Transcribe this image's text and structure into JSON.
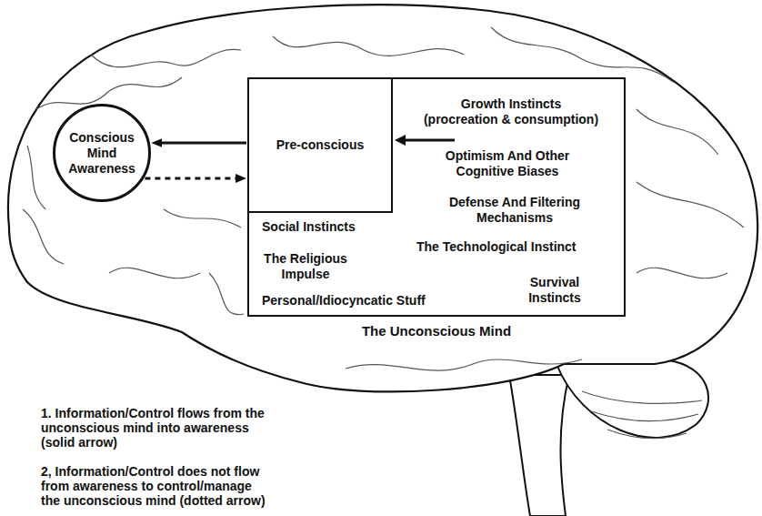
{
  "diagram": {
    "nodes": [
      {
        "text": [
          "Conscious Mind Awareness"
        ]
      },
      {
        "text": [
          "The Unconscious Mind"
        ]
      },
      {
        "text": [
          "Pre-conscious"
        ],
        "in": 1
      }
    ],
    "edges": [
      {
        "from": 2,
        "to": 0,
        "arrow": "to"
      },
      {
        "from": 0,
        "to": 2,
        "arrow": "to"
      }
    ],
    "labels": [
      "Growth Instincts (procreation & consumption)",
      "Optimism And Other Cognitive Biases",
      "Defense And Filtering Mechanisms",
      "Social Instincts",
      "The Technological Instinct",
      "The Religious Impulse",
      "Survival Instincts",
      "Personal/Idiocyncatic Stuff",
      "1. Information/Control flows from the unconscious mind into awareness (solid arrow)",
      "2, Information/Control does not flow from awareness to control/manage the unconscious mind (dotted arrow)"
    ]
  }
}
